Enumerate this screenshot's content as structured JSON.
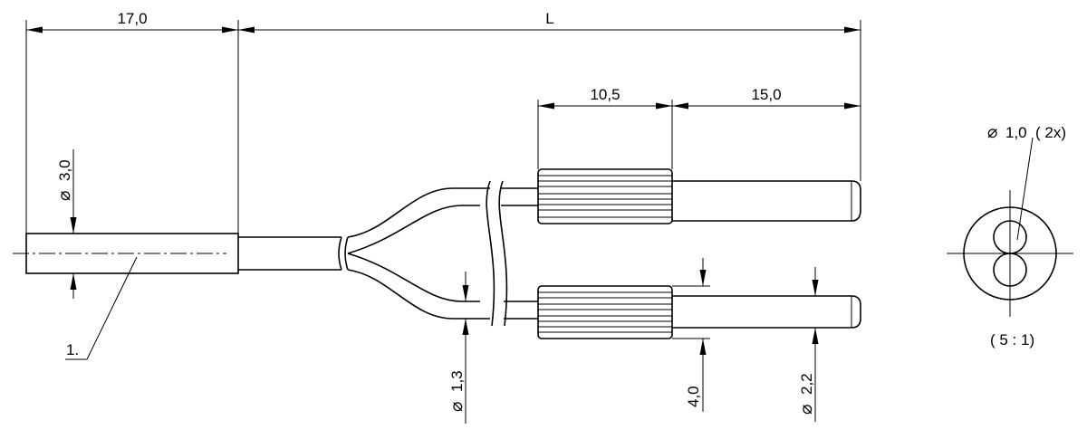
{
  "dimensions": {
    "head_length": "17,0",
    "total_length": "L",
    "sleeve_length": "10,5",
    "tip_length": "15,0",
    "head_diameter": "3,0",
    "fiber_diameter": "1,3",
    "sleeve_diameter": "4,0",
    "tip_diameter": "2,2",
    "core_diameter": "1,0",
    "core_count": "( 2x)"
  },
  "symbols": {
    "diameter": "⌀"
  },
  "labels": {
    "item_number": "1.",
    "scale": "( 5 : 1)"
  }
}
